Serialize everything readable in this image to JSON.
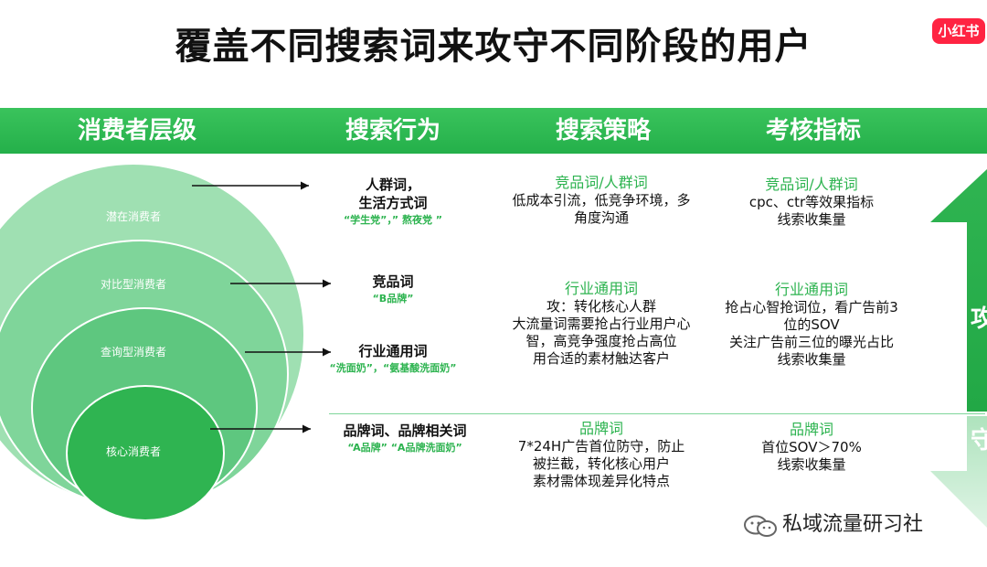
{
  "title": "覆盖不同搜索词来攻守不同阶段的用户",
  "logo_text": "小红书",
  "headers": [
    "消费者层级",
    "搜索行为",
    "搜索策略",
    "考核指标"
  ],
  "consumer_levels": [
    "潜在消费者",
    "对比型消费者",
    "查询型消费者",
    "核心消费者"
  ],
  "behaviors": [
    {
      "main": [
        "人群词，",
        "生活方式词"
      ],
      "examples": "“学生党”，” 熬夜党 ”"
    },
    {
      "main": [
        "竞品词"
      ],
      "examples": "“B品牌”"
    },
    {
      "main": [
        "行业通用词"
      ],
      "examples": "“洗面奶”，“氨基酸洗面奶”"
    },
    {
      "main": [
        "品牌词、品牌相关词"
      ],
      "examples": "“A品牌” “A品牌洗面奶”"
    }
  ],
  "strategies": [
    {
      "head": "竞品词/人群词",
      "lines": [
        "低成本引流，低竞争环境，多",
        "角度沟通"
      ]
    },
    {
      "head": "行业通用词",
      "lines": [
        "攻：转化核心人群",
        "大流量词需要抢占行业用户心",
        "智，高竞争强度抢占高位",
        "用合适的素材触达客户"
      ]
    },
    {
      "head": "品牌词",
      "lines": [
        "7*24H广告首位防守，防止",
        "被拦截，转化核心用户",
        "素材需体现差异化特点"
      ]
    }
  ],
  "metrics": [
    {
      "head": "竞品词/人群词",
      "lines": [
        "cpc、ctr等效果指标",
        "线索收集量"
      ]
    },
    {
      "head": "行业通用词",
      "lines": [
        "抢占心智抢词位，看广告前3",
        "位的SOV",
        "关注广告前三位的曝光占比",
        "线索收集量"
      ]
    },
    {
      "head": "品牌词",
      "lines": [
        "首位SOV＞70%",
        "线索收集量"
      ]
    }
  ],
  "side_arrow_labels": {
    "up": "攻",
    "down": "守"
  },
  "watermark": "私域流量研习社",
  "colors": {
    "green": "#2cb34f",
    "header_green": "#24b04a",
    "logo_red": "#ff2442"
  }
}
